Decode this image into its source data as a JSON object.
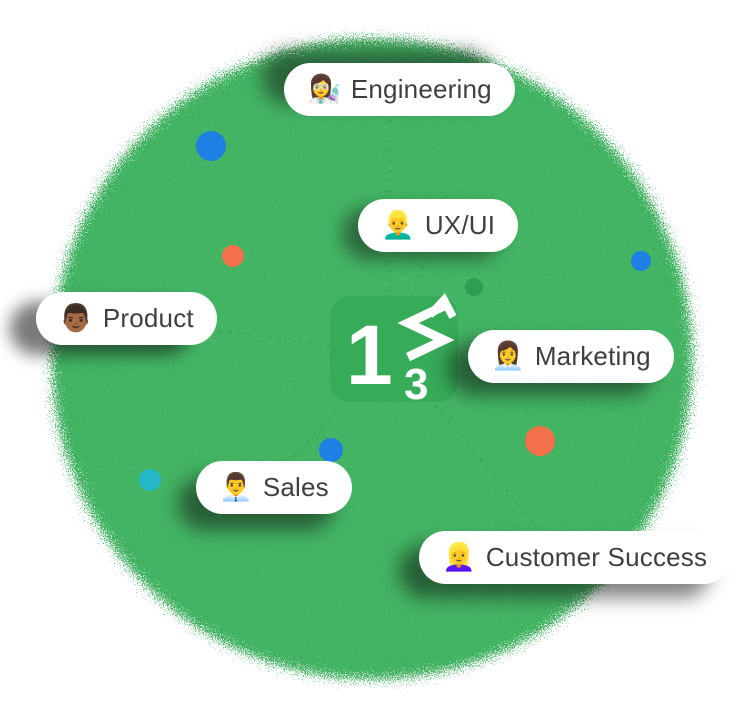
{
  "departments": [
    {
      "id": "engineering",
      "emoji": "👩‍🔬",
      "label": "Engineering"
    },
    {
      "id": "ux-ui",
      "emoji": "👱‍♂️",
      "label": "UX/UI"
    },
    {
      "id": "product",
      "emoji": "👨🏾",
      "label": "Product"
    },
    {
      "id": "marketing",
      "emoji": "👩‍💼",
      "label": "Marketing"
    },
    {
      "id": "sales",
      "emoji": "👨‍💼",
      "label": "Sales"
    },
    {
      "id": "customer-success",
      "emoji": "👱‍♀️",
      "label": "Customer Success"
    }
  ],
  "center_icon": {
    "rank_start": "1",
    "rank_end": "3"
  },
  "colors": {
    "circle_green": "#41BB64",
    "tile_green": "#36AB58",
    "dash_green": "#2F9E50",
    "dot_blue": "#1E7FE4",
    "dot_orange": "#F5714B",
    "dot_teal": "#24B8C6",
    "dot_green": "#2F9E50",
    "text": "#3E3E44",
    "pill_bg": "#FFFFFF"
  }
}
